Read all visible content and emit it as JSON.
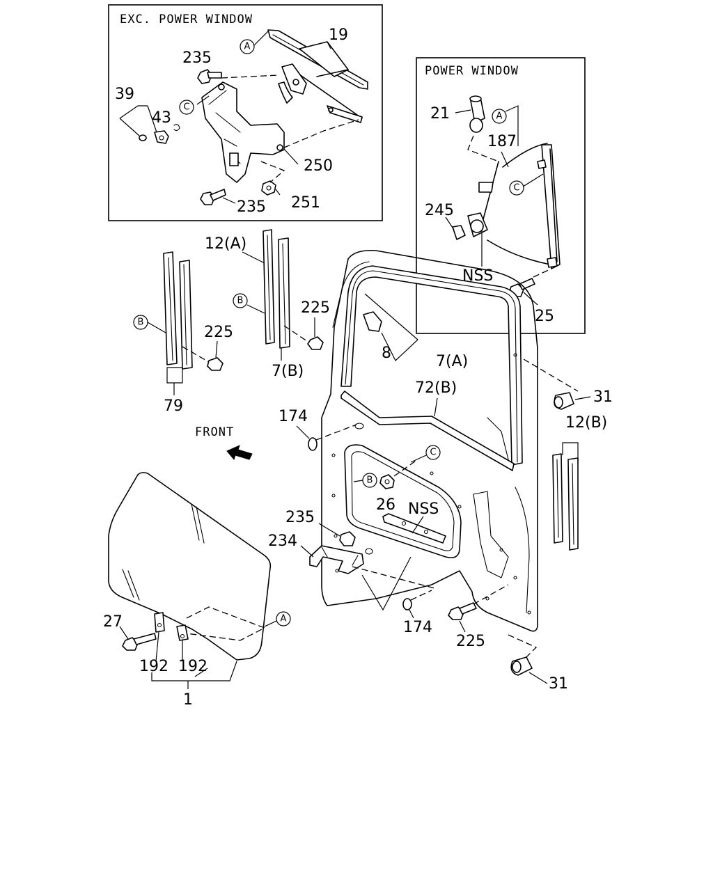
{
  "panels": {
    "exc_power_window_title": "EXC. POWER WINDOW",
    "power_window_title": "POWER WINDOW"
  },
  "front_label": "FRONT",
  "ref_markers": {
    "a": "A",
    "b": "B",
    "c": "C"
  },
  "part_labels": {
    "p19": "19",
    "p235": "235",
    "p39": "39",
    "p43": "43",
    "p250": "250",
    "p251": "251",
    "p21": "21",
    "p187": "187",
    "p245": "245",
    "nss": "NSS",
    "p25": "25",
    "p12a": "12(A)",
    "p225": "225",
    "p7b": "7(B)",
    "p79": "79",
    "p8": "8",
    "p7a": "7(A)",
    "p72b": "72(B)",
    "p31": "31",
    "p12b": "12(B)",
    "p174": "174",
    "p26": "26",
    "p234": "234",
    "p27": "27",
    "p192": "192",
    "p1": "1"
  }
}
